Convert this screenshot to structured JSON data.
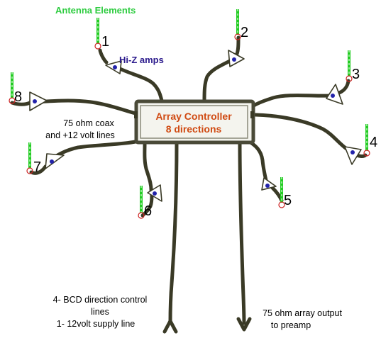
{
  "labels": {
    "title": "Antenna Elements",
    "amps": "Hi-Z amps",
    "coax_1": "75 ohm coax",
    "coax_2": "and +12 volt lines",
    "bcd_1": "4- BCD direction control",
    "bcd_2": "lines",
    "bcd_3": "1- 12volt supply line",
    "out_1": "75 ohm array output",
    "out_2": "to preamp"
  },
  "controller": {
    "line1": "Array Controller",
    "line2": "8 directions"
  },
  "elements": [
    {
      "number": "1"
    },
    {
      "number": "2"
    },
    {
      "number": "3"
    },
    {
      "number": "4"
    },
    {
      "number": "5"
    },
    {
      "number": "6"
    },
    {
      "number": "7"
    },
    {
      "number": "8"
    }
  ],
  "colors": {
    "cable": "#3a3a26",
    "element_green": "#22cc22",
    "element_dash": "#ffffff",
    "feed_circle": "#cc2222",
    "amp_dot": "#2222aa",
    "controller_fill": "#f4f4ee",
    "controller_border": "#4a4a38",
    "controller_text": "#d04a12",
    "title_text": "#2ecc40",
    "amp_text": "#2b1a8c"
  }
}
